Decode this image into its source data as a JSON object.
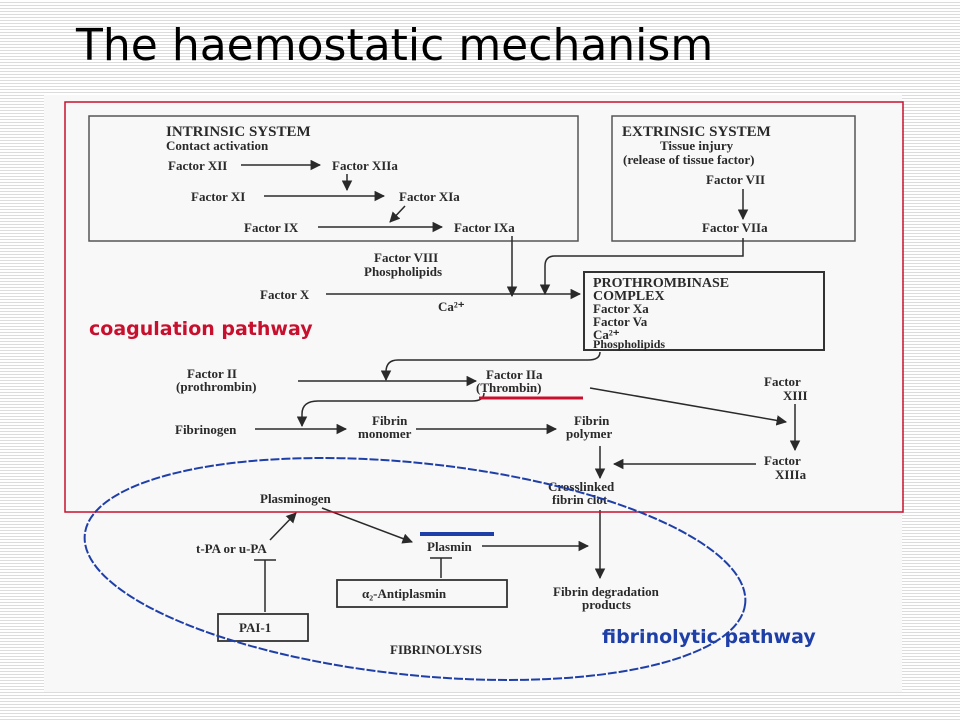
{
  "title": "The haemostatic mechanism",
  "colors": {
    "coagulation": "#c8102e",
    "fibrinolytic": "#1f3fa8",
    "ink": "#2a2a2a"
  },
  "intrinsic": {
    "heading": "INTRINSIC SYSTEM",
    "subheading": "Contact activation",
    "f12": "Factor XII",
    "f12a": "Factor XIIa",
    "f11": "Factor XI",
    "f11a": "Factor XIa",
    "f9": "Factor IX",
    "f9a": "Factor IXa"
  },
  "extrinsic": {
    "heading": "EXTRINSIC SYSTEM",
    "line1": "Tissue injury",
    "line2": "(release of tissue factor)",
    "f7": "Factor VII",
    "f7a": "Factor VIIa"
  },
  "cofactors": {
    "f8": "Factor VIII",
    "phospholipids": "Phospholipids",
    "f10": "Factor X",
    "ca": "Ca²⁺"
  },
  "prothrombinase": {
    "line1": "PROTHROMBINASE",
    "line2": "COMPLEX",
    "items": [
      "Factor Xa",
      "Factor Va",
      "Ca²⁺",
      "Phospholipids"
    ]
  },
  "thrombin": {
    "f2": "Factor II",
    "f2_sub": "(prothrombin)",
    "f2a": "Factor IIa",
    "f2a_sub": "(Thrombin)",
    "f13": "Factor",
    "f13_sub": "XIII",
    "f13a": "Factor",
    "f13a_sub": "XIIIa"
  },
  "fibrin": {
    "fibrinogen": "Fibrinogen",
    "monomer1": "Fibrin",
    "monomer2": "monomer",
    "polymer1": "Fibrin",
    "polymer2": "polymer",
    "clot1": "Crosslinked",
    "clot2": "fibrin clot"
  },
  "fibrinolysis": {
    "plasminogen": "Plasminogen",
    "activators": "t-PA or u-PA",
    "plasmin": "Plasmin",
    "antiplasmin": "α₂-Antiplasmin",
    "pai": "PAI-1",
    "fdp1": "Fibrin degradation",
    "fdp2": "products",
    "label": "FIBRINOLYSIS"
  },
  "annotations": {
    "coagulation": "coagulation pathway",
    "fibrinolytic": "fibrinolytic pathway"
  }
}
